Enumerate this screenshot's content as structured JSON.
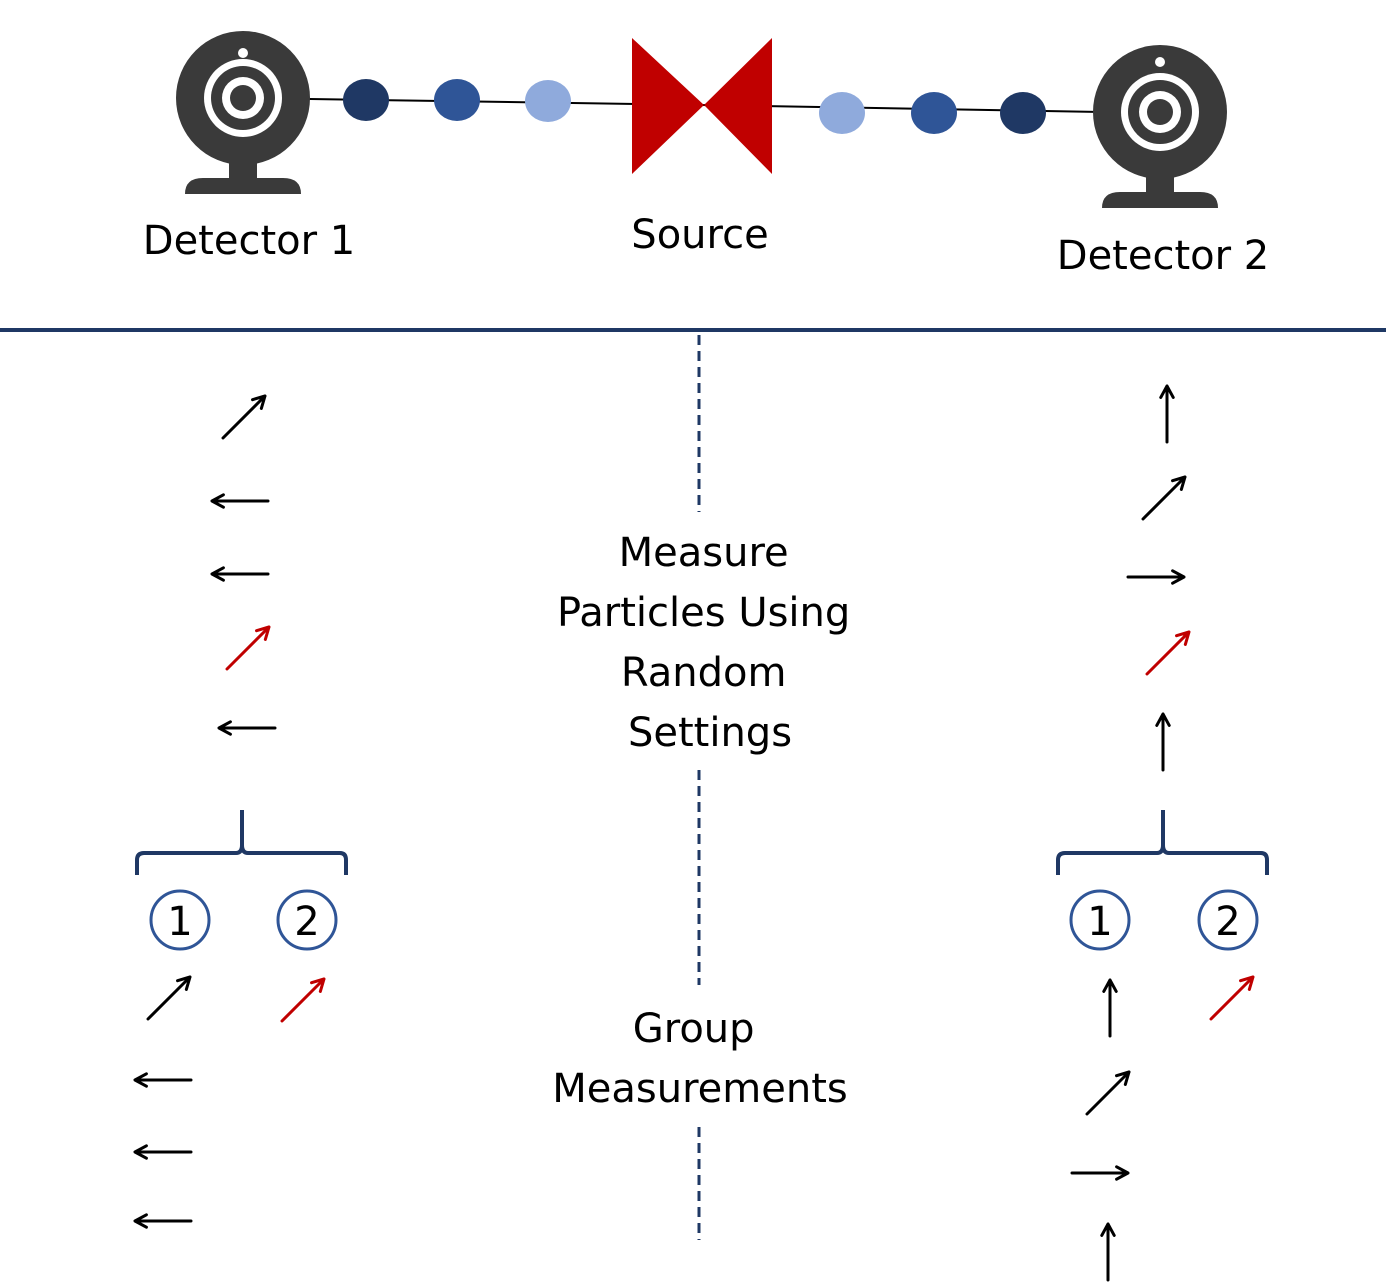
{
  "labels": {
    "detector_1": "Detector 1",
    "source": "Source",
    "detector_2": "Detector 2",
    "step_measure": [
      "Measure",
      "Particles Using",
      "Random",
      "Settings"
    ],
    "step_group": [
      "Group",
      "Measurements"
    ],
    "group_1": "1",
    "group_2": "2"
  },
  "colors": {
    "detector": "#3a3a3a",
    "source": "#c00000",
    "particle_dark": "#1f3864",
    "particle_mid": "#2f5597",
    "particle_light": "#8faadc",
    "divider": "#1f3864",
    "group_circle": "#2f5597",
    "arrow_default": "#000000",
    "arrow_match": "#c00000"
  },
  "icons": {
    "detector": "webcam-icon",
    "source": "bowtie-icon",
    "particle": "filled-circle"
  },
  "measurements": {
    "detector_1": [
      {
        "direction": "northeast",
        "match": false
      },
      {
        "direction": "west",
        "match": false
      },
      {
        "direction": "west",
        "match": false
      },
      {
        "direction": "northeast",
        "match": true
      },
      {
        "direction": "west",
        "match": false
      }
    ],
    "detector_2": [
      {
        "direction": "north",
        "match": false
      },
      {
        "direction": "northeast",
        "match": false
      },
      {
        "direction": "east",
        "match": false
      },
      {
        "direction": "northeast",
        "match": true
      },
      {
        "direction": "north",
        "match": false
      }
    ]
  },
  "grouped": {
    "detector_1": {
      "group_1": [
        "northeast",
        "west",
        "west",
        "west"
      ],
      "group_2": [
        "northeast"
      ]
    },
    "detector_2": {
      "group_1": [
        "north",
        "northeast",
        "east",
        "north"
      ],
      "group_2": [
        "northeast"
      ]
    }
  }
}
